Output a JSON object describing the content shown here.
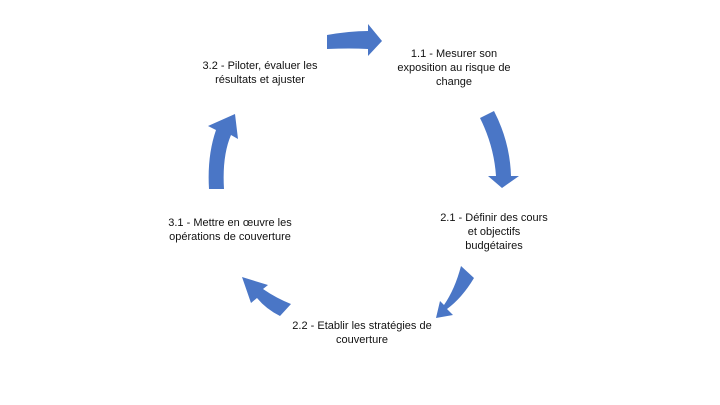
{
  "diagram": {
    "type": "cycle",
    "accent_color": "#4a76c6",
    "text_color": "#111111",
    "steps": [
      {
        "id": "1.1",
        "label": "1.1 - Mesurer son\nexposition au risque de\nchange"
      },
      {
        "id": "2.1",
        "label": "2.1 - Définir des cours\net objectifs\nbudgétaires"
      },
      {
        "id": "2.2",
        "label": "2.2 - Etablir les stratégies de\ncouverture"
      },
      {
        "id": "3.1",
        "label": "3.1 - Mettre en œuvre les\nopérations de couverture"
      },
      {
        "id": "3.2",
        "label": "3.2 - Piloter, évaluer les\nrésultats et ajuster"
      }
    ],
    "connectors": [
      {
        "from": "3.2",
        "to": "1.1"
      },
      {
        "from": "1.1",
        "to": "2.1"
      },
      {
        "from": "2.1",
        "to": "2.2"
      },
      {
        "from": "2.2",
        "to": "3.1"
      },
      {
        "from": "3.1",
        "to": "3.2"
      }
    ]
  }
}
